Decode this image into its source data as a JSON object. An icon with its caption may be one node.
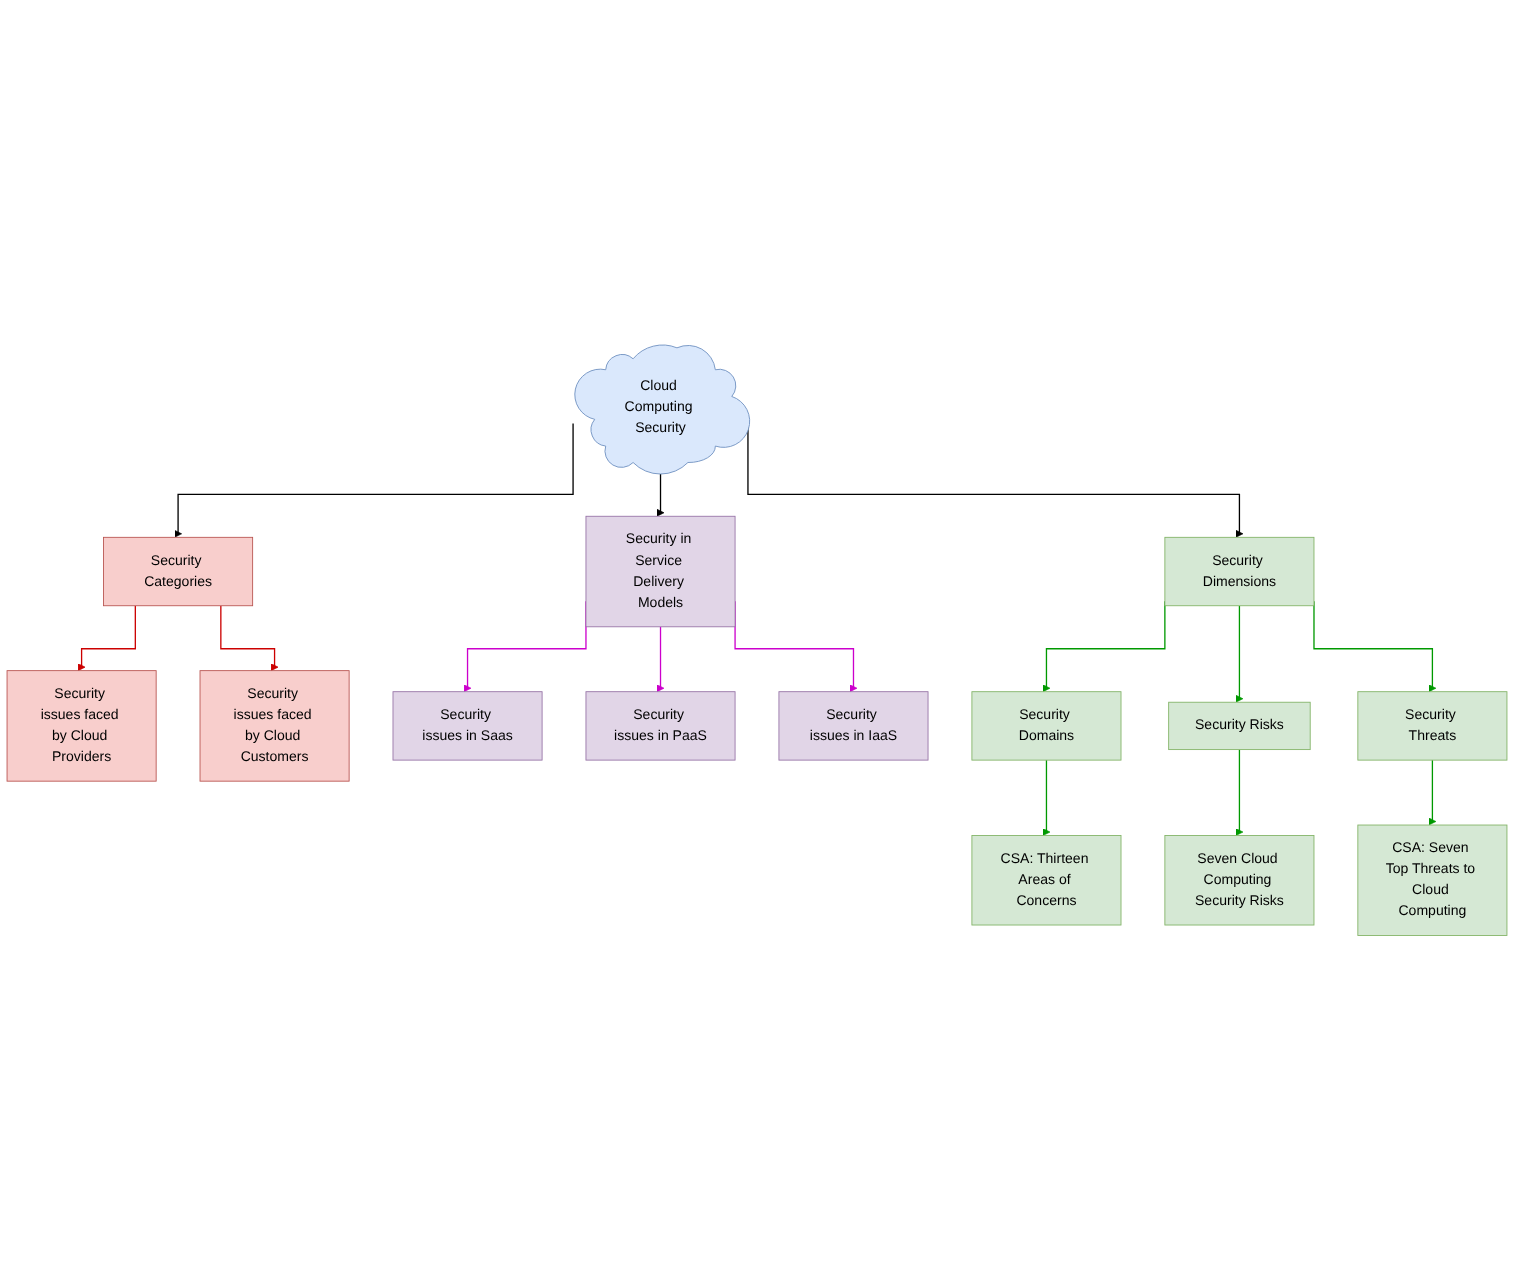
{
  "diagram": {
    "nodes": [
      {
        "text": [
          "Cloud Computing Security"
        ]
      },
      {
        "text": [
          "Security Categories"
        ]
      },
      {
        "text": [
          "Security in Service Delivery Models"
        ]
      },
      {
        "text": [
          "Security issues faced by Cloud Providers"
        ]
      },
      {
        "text": [
          "Security issues faced by Cloud Customers"
        ]
      },
      {
        "text": [
          "Security Dimensions"
        ]
      },
      {
        "text": [
          "Security issues in Saas"
        ]
      },
      {
        "text": [
          "Security issues in PaaS"
        ]
      },
      {
        "text": [
          "Security issues in IaaS"
        ]
      },
      {
        "text": [
          "Security Domains"
        ]
      },
      {
        "text": [
          "Security Risks"
        ]
      },
      {
        "text": [
          "Security Threats"
        ]
      },
      {
        "text": [
          "CSA: Thirteen Areas of Concerns"
        ]
      },
      {
        "text": [
          "Seven Cloud Computing Security Risks"
        ]
      },
      {
        "text": [
          "CSA: Seven Top Threats to Cloud Computing"
        ]
      }
    ],
    "edges": [
      {
        "from": 0,
        "to": 1,
        "arrow": "to",
        "color": "#000000"
      },
      {
        "from": 0,
        "to": 5,
        "arrow": "to",
        "color": "#000000"
      },
      {
        "from": 0,
        "to": 2,
        "arrow": "to",
        "color": "#000000"
      },
      {
        "from": 1,
        "to": 3,
        "arrow": "to",
        "color": "#cc0000"
      },
      {
        "from": 1,
        "to": 4,
        "arrow": "to",
        "color": "#cc0000"
      },
      {
        "from": 2,
        "to": 6,
        "arrow": "to",
        "color": "#cc00cc"
      },
      {
        "from": 2,
        "to": 7,
        "arrow": "to",
        "color": "#cc00cc"
      },
      {
        "from": 2,
        "to": 8,
        "arrow": "to",
        "color": "#cc00cc"
      },
      {
        "from": 5,
        "to": 9,
        "arrow": "to"
      },
      {
        "from": 5,
        "to": 10,
        "arrow": "to"
      },
      {
        "from": 5,
        "to": 11,
        "arrow": "to"
      },
      {
        "from": 9,
        "to": 12,
        "arrow": "to"
      },
      {
        "from": 10,
        "to": 13,
        "arrow": "to"
      },
      {
        "from": 11,
        "to": 14,
        "arrow": "to"
      }
    ]
  }
}
